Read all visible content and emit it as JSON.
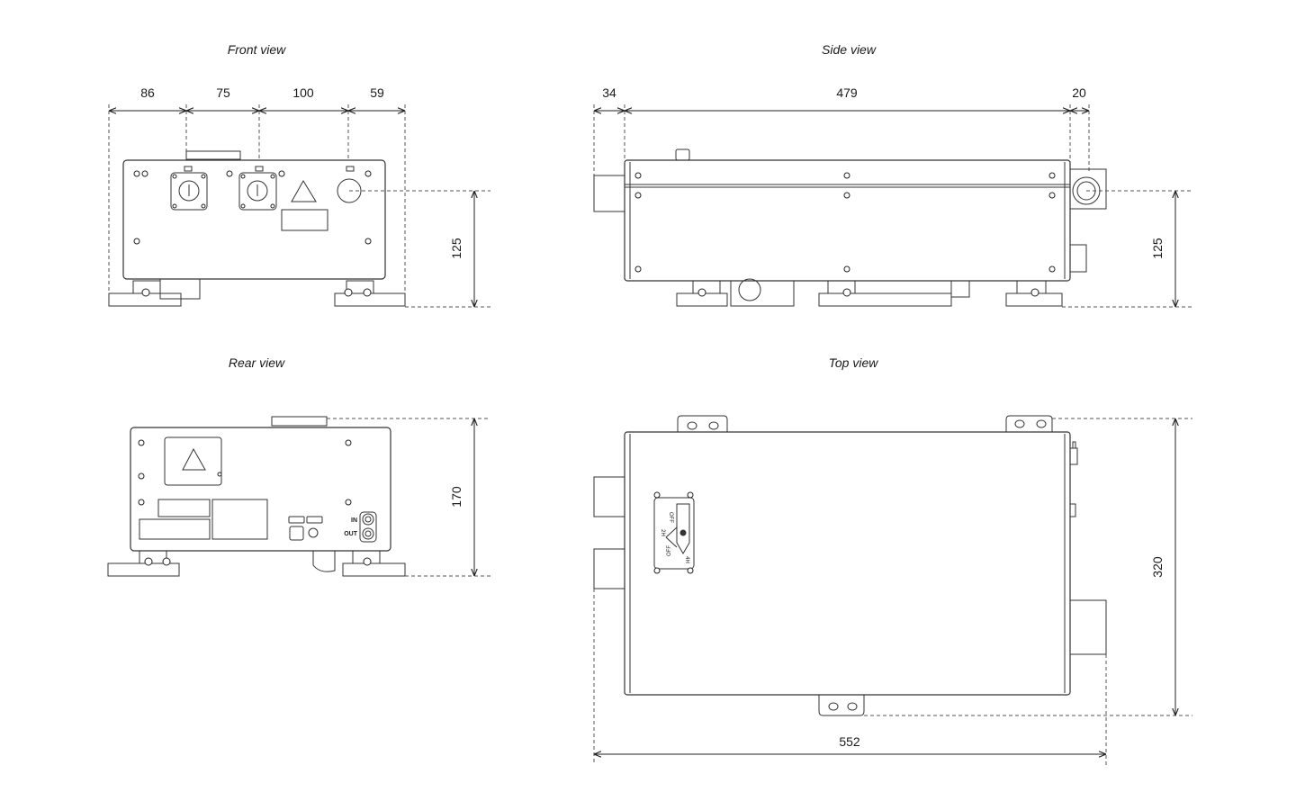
{
  "views": {
    "front": {
      "title": "Front view",
      "dims": [
        "86",
        "75",
        "100",
        "59"
      ],
      "height": "125"
    },
    "side": {
      "title": "Side view",
      "dims": [
        "34",
        "479",
        "20"
      ],
      "height": "125"
    },
    "rear": {
      "title": "Rear view",
      "height": "170",
      "port_in": "IN",
      "port_out": "OUT"
    },
    "top": {
      "title": "Top view",
      "width": "552",
      "height": "320",
      "switch_labels": [
        "OFF",
        "2H",
        "OFF",
        "4H"
      ]
    }
  },
  "colors": {
    "line": "#333333",
    "dimension": "#222222",
    "background": "#ffffff"
  }
}
